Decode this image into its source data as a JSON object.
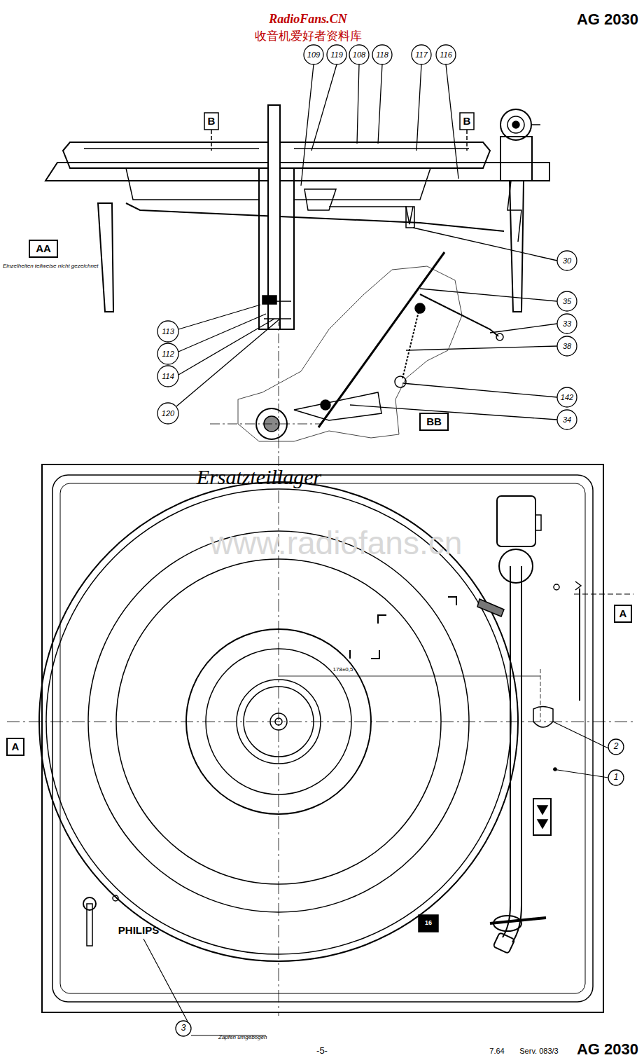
{
  "diagram": {
    "labels": [
      "RadioFans.CN",
      "收音机爱好者资料库",
      "AG 2030",
      "109",
      "119",
      "108",
      "118",
      "117",
      "116",
      "B",
      "B",
      "AA",
      "Einzelheiten teilweise nicht gezeichnet",
      "30",
      "35",
      "33",
      "38",
      "142",
      "34",
      "BB",
      "113",
      "112",
      "114",
      "120",
      "Ersatzteillager",
      "www.radiofans.cn",
      "178±0,5",
      "A",
      "A",
      "2",
      "1",
      "PHILIPS",
      "16",
      "3",
      "Zapfen umgebogen",
      "-5-",
      "7.64",
      "Serv. 083/3",
      "AG 2030"
    ]
  }
}
